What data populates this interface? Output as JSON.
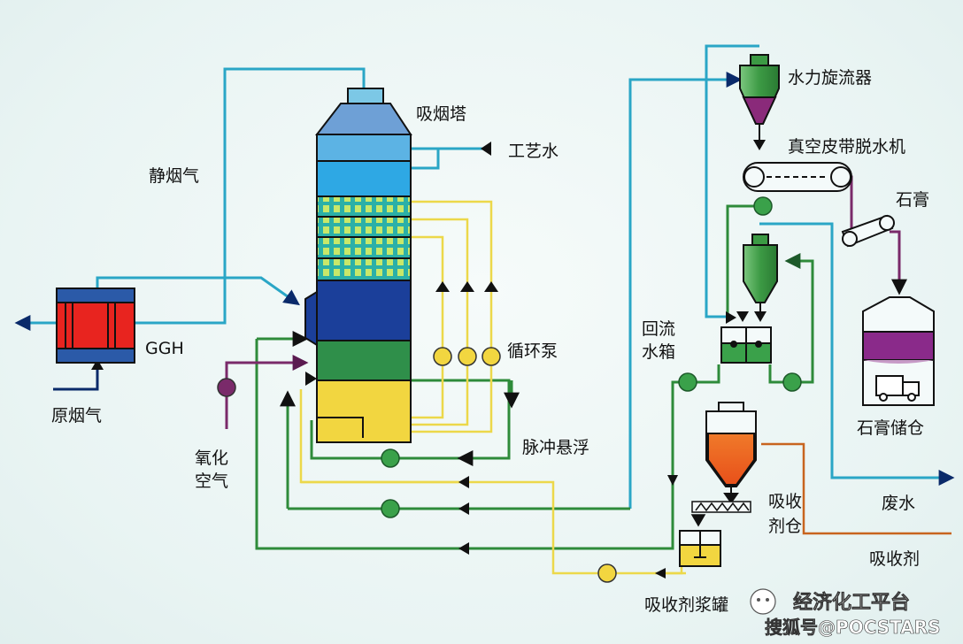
{
  "labels": {
    "absorber_tower": "吸烟塔",
    "process_water": "工艺水",
    "clean_flue_gas": "静烟气",
    "ggh": "GGH",
    "raw_flue_gas": "原烟气",
    "circulation_pump": "循环泵",
    "oxidation_air_line1": "氧化",
    "oxidation_air_line2": "空气",
    "pulse_suspension": "脉冲悬浮",
    "hydrocyclone": "水力旋流器",
    "vacuum_belt_dewaterer": "真空皮带脱水机",
    "gypsum": "石膏",
    "return_tank_line1": "回流",
    "return_tank_line2": "水箱",
    "gypsum_storage": "石膏储仓",
    "absorbent_silo_line1": "吸收",
    "absorbent_silo_line2": "剂仓",
    "waste_water": "废水",
    "absorbent": "吸收剂",
    "absorbent_slurry_tank": "吸收剂浆罐"
  },
  "watermark": {
    "brand": "经济化工平台",
    "credit": "搜狐号@POCSTARS"
  },
  "colors": {
    "gas_line": "#2aa6c6",
    "green_line": "#2e8b3a",
    "yellow_line": "#ecd84a",
    "purple_line": "#7a2a6a",
    "absorbent_line": "#d2691e",
    "pump_green": "#3aa14a",
    "pump_yellow": "#f2d640",
    "tower_navy": "#1b3f9a"
  }
}
